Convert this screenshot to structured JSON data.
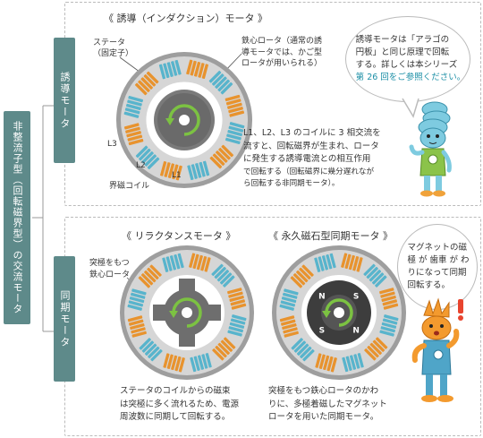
{
  "left_tab": "非整流子型（回転磁界型）の交流モータ",
  "tabs": {
    "induction": "誘導モータ",
    "sync": "同期モータ"
  },
  "induction": {
    "title": "《 誘導（インダクション）モータ 》",
    "stator_label_1": "ステータ",
    "stator_label_2": "（固定子）",
    "rotor_label_1": "鉄心ロータ（通常の誘",
    "rotor_label_2": "導モータでは、かご型",
    "rotor_label_3": "ロータが用いられる）",
    "coil_l1": "L1",
    "coil_l2": "L2",
    "coil_l3": "L3",
    "field_coil": "界磁コイル",
    "desc_1": "L1、L2、L3 のコイルに 3 相交流を",
    "desc_2": "流すと、回転磁界が生まれ、ロータ",
    "desc_3": "に発生する誘導電流との相互作用",
    "desc_4": "で回転する（回転磁界に幾分遅れなが",
    "desc_5": "ら回転する非同期モータ）。",
    "bubble_1": "誘導モータは「アラゴの",
    "bubble_2": "円板」と同じ原理で回転",
    "bubble_3": "する。詳しくは本シリーズ",
    "bubble_4": "第 26 回をご参照ください。"
  },
  "reluctance": {
    "title": "《 リラクタンスモータ 》",
    "rotor_label_1": "突極をもつ",
    "rotor_label_2": "鉄心ロータ",
    "desc_1": "ステータのコイルからの磁束",
    "desc_2": "は突極に多く流れるため、電源",
    "desc_3": "周波数に同期して回転する。"
  },
  "pm_sync": {
    "title": "《 永久磁石型同期モータ 》",
    "pole_n": "N",
    "pole_s": "S",
    "desc_1": "突極をもつ鉄心ロータのかわ",
    "desc_2": "りに、多極着磁したマグネット",
    "desc_3": "ロータを用いた同期モータ。"
  },
  "sync_bubble": {
    "line_1": "マグネットの磁",
    "line_2": "極 が 歯車 が わ",
    "line_3": "りになって同期",
    "line_4": "回転する。"
  },
  "colors": {
    "tab": "#5e8a8a",
    "coil_orange": "#e8932e",
    "coil_blue": "#58b4cc",
    "stator": "#bfbfbf",
    "rotor": "#6e6e6e",
    "arrow": "#7cc242",
    "accent_text": "#1c8fa6"
  },
  "icons": [
    "rotation-arrow-icon",
    "mascot-blue",
    "mascot-orange",
    "exclamation-icon"
  ]
}
